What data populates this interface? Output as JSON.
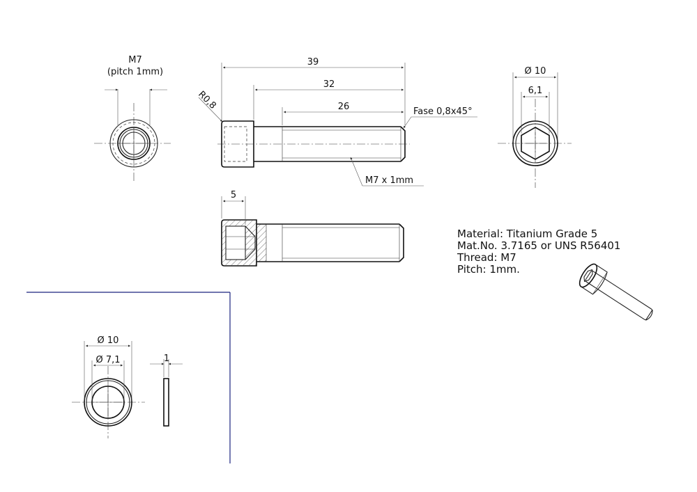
{
  "side_view": {
    "thread_label": "M7",
    "pitch_label": "(pitch 1mm)"
  },
  "bolt_view": {
    "overall_length": "39",
    "shank_length": "32",
    "thread_length": "26",
    "radius_label": "R0,8",
    "chamfer_label": "Fase 0,8x45°",
    "thread_callout": "M7 x 1mm"
  },
  "end_view": {
    "head_diameter": "Ø 10",
    "hex_width": "6,1"
  },
  "section_view": {
    "socket_depth": "5"
  },
  "washer": {
    "outer_diameter": "Ø 10",
    "inner_diameter": "Ø 7,1",
    "thickness": "1"
  },
  "notes": {
    "material": "Material:  Titanium Grade 5",
    "mat_no": "Mat.No. 3.7165  or  UNS R56401",
    "thread": "Thread:  M7",
    "pitch": "Pitch: 1mm."
  },
  "colors": {
    "frame": "#1a237e",
    "line": "#222222"
  }
}
